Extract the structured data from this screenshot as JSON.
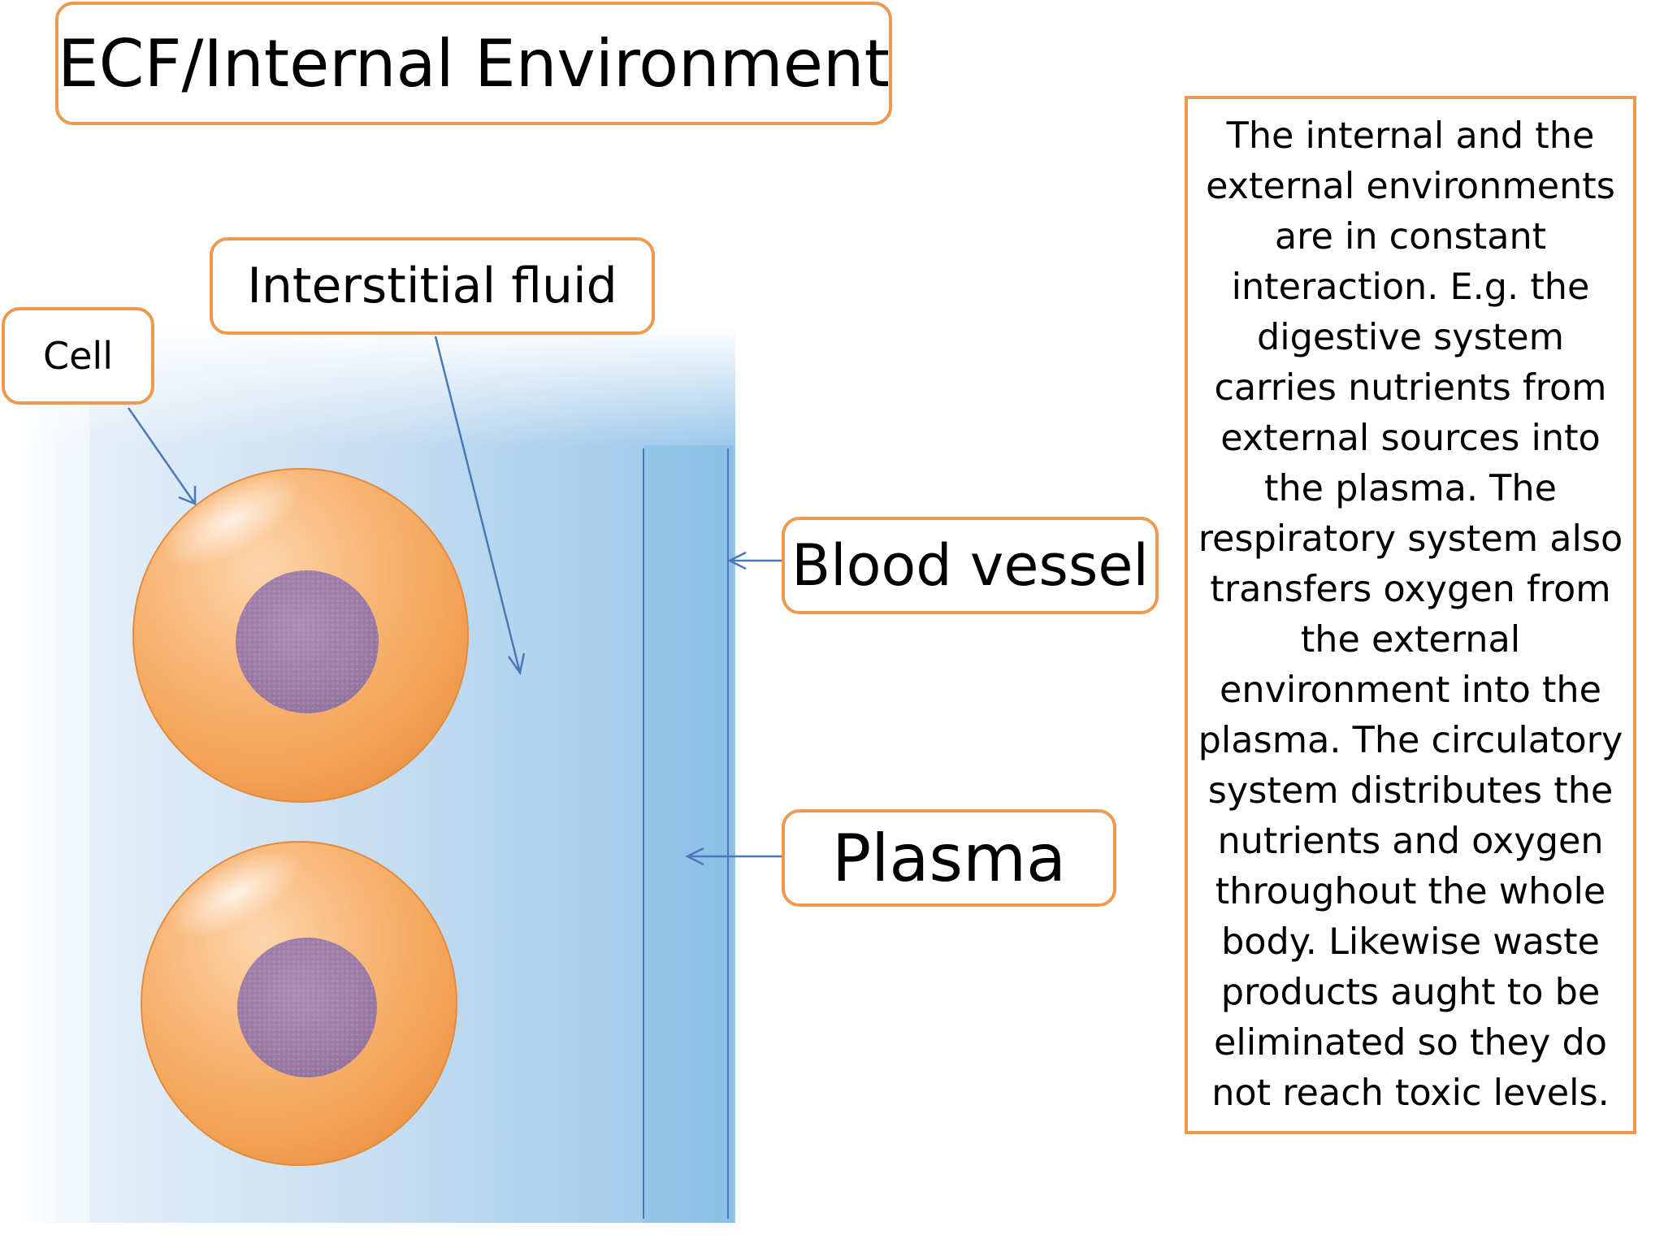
{
  "title": "ECF/Internal Environment",
  "labels": {
    "cell": "Cell",
    "interstitial_fluid": "Interstitial fluid",
    "blood_vessel": "Blood vessel",
    "plasma": "Plasma"
  },
  "description": "The internal and the external environments are in constant interaction. E.g. the digestive system carries nutrients from external sources into the plasma. The respiratory system also transfers oxygen from the external environment into the plasma. The circulatory system distributes the nutrients and oxygen throughout the whole body. Likewise waste products aught to be eliminated so they do not reach toxic levels.",
  "colors": {
    "box_border": "#ee9a4e",
    "arrow": "#4a78b8",
    "cell_body": "#f5a85a",
    "nucleus": "#9a7aa6",
    "fluid_light": "#e6f0fa",
    "fluid_dark": "#8ec3e8"
  }
}
